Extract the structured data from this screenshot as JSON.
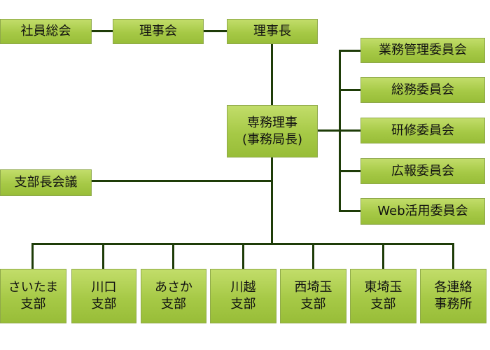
{
  "colors": {
    "box_top": "#c2dd6a",
    "box_bottom": "#98bd38",
    "box_border": "#8ea84a",
    "line": "#1e3c08",
    "text": "#111111"
  },
  "org_chart": {
    "general_meeting": "社員総会",
    "board": "理事会",
    "chairman": "理事長",
    "executive_director": "専務理事\n(事務局長)",
    "branch_managers_meeting": "支部長会議",
    "committees": [
      "業務管理委員会",
      "総務委員会",
      "研修委員会",
      "広報委員会",
      "Web活用委員会"
    ],
    "branches": [
      "さいたま\n支部",
      "川口\n支部",
      "あさか\n支部",
      "川越\n支部",
      "西埼玉\n支部",
      "東埼玉\n支部",
      "各連絡\n事務所"
    ]
  }
}
